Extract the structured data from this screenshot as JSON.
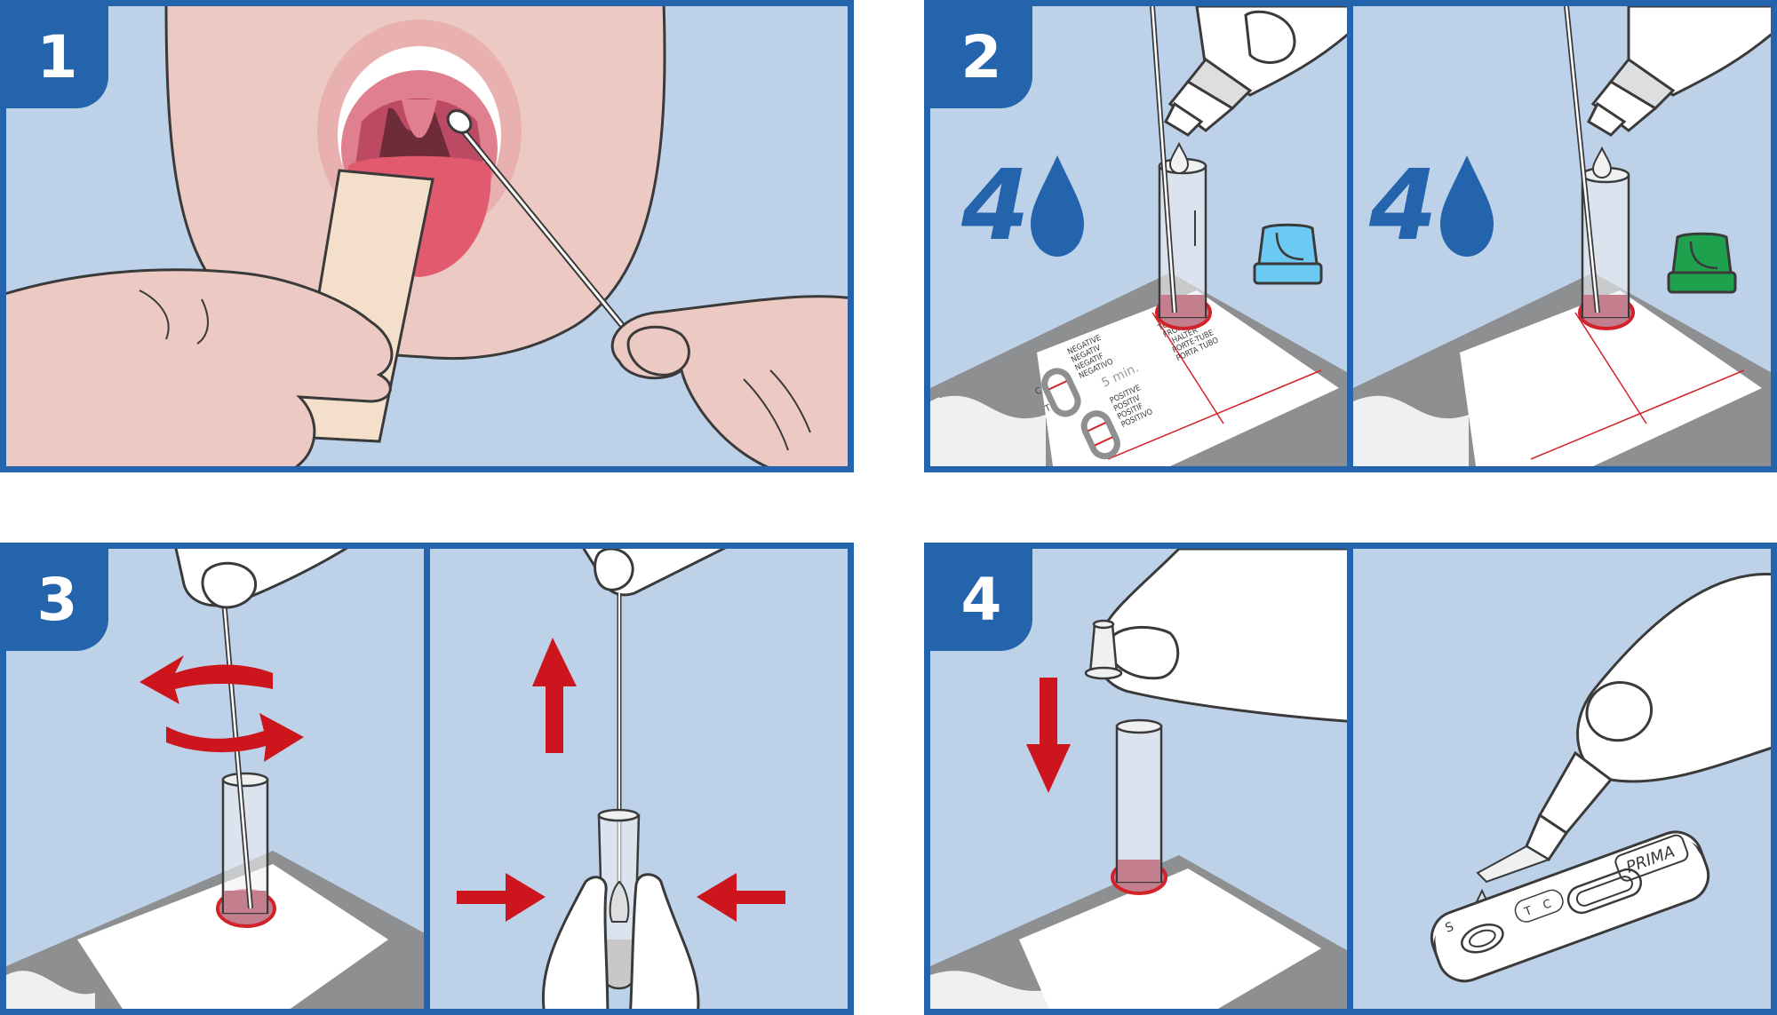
{
  "title": "Throat swab rapid test instructions",
  "colors": {
    "frame": "#2464ad",
    "panel_bg": "#bdd2e9",
    "arrow_red": "#cc151c",
    "drop_blue": "#2464ad",
    "cap_blue": "#6ccaf2",
    "cap_green": "#1fa04d",
    "skin": "#ecc9c3",
    "liquid": "#c47f8f"
  },
  "steps": [
    {
      "number": "1",
      "icons": [
        "mouth-icon",
        "tongue-depressor-icon",
        "swab-icon",
        "hand-icon"
      ]
    },
    {
      "number": "2",
      "panels": [
        {
          "drop_count": "4",
          "cap_color": "blue",
          "icons": [
            "dropper-bottle-icon",
            "drop-icon",
            "tube-icon",
            "cap-icon"
          ]
        },
        {
          "drop_count": "4",
          "cap_color": "green",
          "icons": [
            "dropper-bottle-icon",
            "drop-icon",
            "tube-icon",
            "cap-icon"
          ]
        }
      ]
    },
    {
      "number": "3",
      "panels": [
        {
          "icons": [
            "rotate-arrows-icon",
            "swab-icon",
            "tube-icon"
          ]
        },
        {
          "icons": [
            "arrow-up-icon",
            "squeeze-arrows-icon",
            "swab-icon",
            "tube-icon"
          ]
        }
      ]
    },
    {
      "number": "4",
      "panels": [
        {
          "icons": [
            "arrow-down-icon",
            "dropper-tip-icon",
            "tube-icon"
          ]
        },
        {
          "icons": [
            "test-cassette-icon",
            "drop-icon"
          ]
        }
      ]
    }
  ],
  "stand_card": {
    "negative": [
      "NEGATIVE",
      "NEGATIV",
      "NEGATIF",
      "NEGATIVO"
    ],
    "positive": [
      "POSITIVE",
      "POSITIV",
      "POSITIF",
      "POSITIVO"
    ],
    "timer": "5 min.",
    "tube_stand": [
      "TUBE STAND",
      "FRÖHRCHEN",
      "HALTER",
      "PORTE-TUBE",
      "PORTA TUBO"
    ],
    "c_label": "C",
    "t_label": "T"
  },
  "cassette": {
    "brand": "PRIMA",
    "sample_label": "S",
    "c_label": "C",
    "t_label": "T"
  }
}
